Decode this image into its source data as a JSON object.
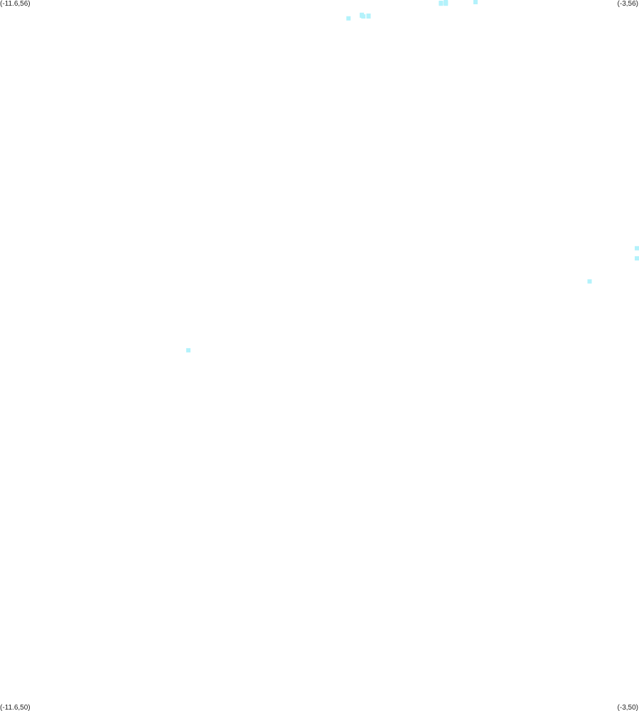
{
  "corner_labels": {
    "top_left": "(-11.6,56)",
    "top_right": "(-3,56)",
    "bottom_left": "(-11.6,50)",
    "bottom_right": "(-3,50)"
  },
  "extent": {
    "lon_min": -11.6,
    "lon_max": -3,
    "lat_min": 50,
    "lat_max": 56
  },
  "marker_color": "#b3f2fb",
  "chart_data": {
    "type": "scatter",
    "title": "",
    "xlabel": "",
    "ylabel": "",
    "xlim": [
      -11.6,
      -3
    ],
    "ylim": [
      50,
      56
    ],
    "grid": false,
    "points": [
      {
        "x": -5.2,
        "y": 55.995
      },
      {
        "x": -5.2,
        "y": 55.987
      },
      {
        "x": -5.6,
        "y": 55.983
      },
      {
        "x": -5.6,
        "y": 55.976
      },
      {
        "x": -5.665,
        "y": 55.976
      },
      {
        "x": -5.665,
        "y": 55.969
      },
      {
        "x": -5.6,
        "y": 55.969
      },
      {
        "x": -6.73,
        "y": 55.875
      },
      {
        "x": -6.73,
        "y": 55.868
      },
      {
        "x": -6.64,
        "y": 55.868
      },
      {
        "x": -6.71,
        "y": 55.861
      },
      {
        "x": -6.64,
        "y": 55.861
      },
      {
        "x": -6.91,
        "y": 55.845
      },
      {
        "x": -3.025,
        "y": 53.905
      },
      {
        "x": -3.025,
        "y": 53.82
      },
      {
        "x": -3.665,
        "y": 53.625
      },
      {
        "x": -9.065,
        "y": 53.044
      }
    ]
  }
}
